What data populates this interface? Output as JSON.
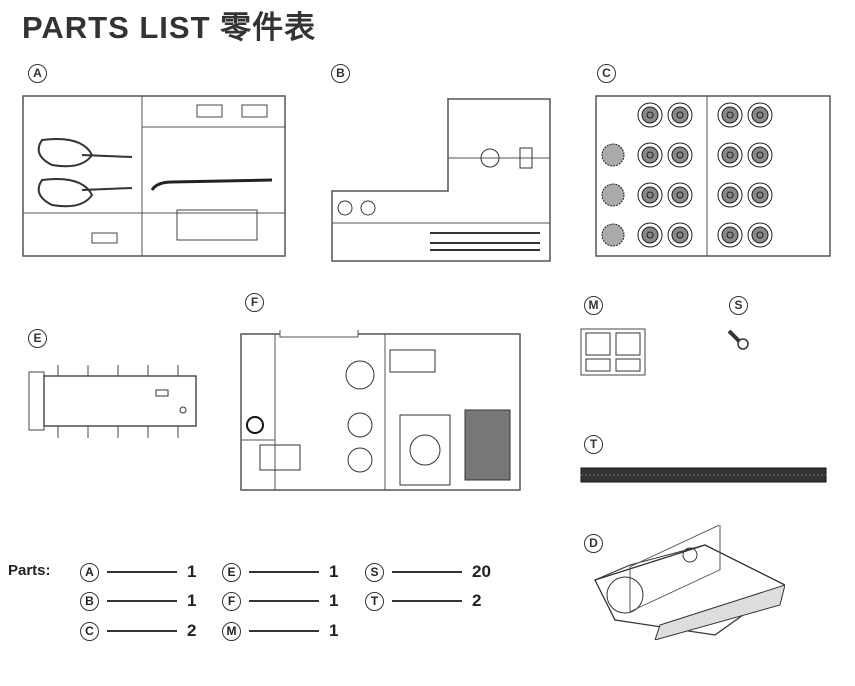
{
  "title": "PARTS LIST  零件表",
  "sprues": {
    "A": "A",
    "B": "B",
    "C": "C",
    "E": "E",
    "F": "F",
    "M": "M",
    "S": "S",
    "T": "T",
    "D": "D"
  },
  "parts": {
    "label": "Parts:",
    "items": [
      {
        "id": "A",
        "qty": "1"
      },
      {
        "id": "B",
        "qty": "1"
      },
      {
        "id": "C",
        "qty": "2"
      },
      {
        "id": "E",
        "qty": "1"
      },
      {
        "id": "F",
        "qty": "1"
      },
      {
        "id": "M",
        "qty": "1"
      },
      {
        "id": "S",
        "qty": "20"
      },
      {
        "id": "T",
        "qty": "2"
      }
    ]
  }
}
